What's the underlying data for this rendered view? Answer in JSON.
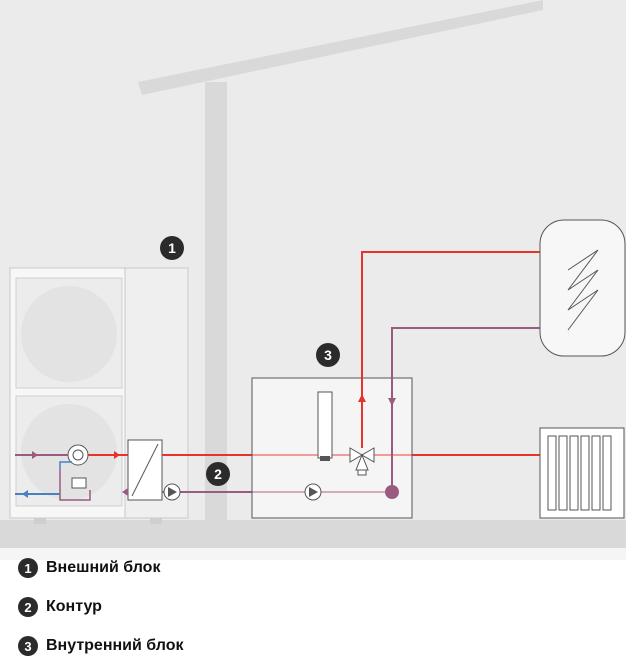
{
  "markers": [
    "1",
    "2",
    "3"
  ],
  "legend": [
    {
      "num": "1",
      "label": "Внешний блок"
    },
    {
      "num": "2",
      "label": "Контур"
    },
    {
      "num": "3",
      "label": "Внутренний блок"
    }
  ],
  "colors": {
    "wall": "#ebebec",
    "hot_line": "#e8322e",
    "return_line": "#9b5a7f",
    "blue_line": "#4a7fc0",
    "outline": "#555555",
    "marker_bg": "#2b2b2b",
    "bottom_band": "#f5f5f5"
  }
}
